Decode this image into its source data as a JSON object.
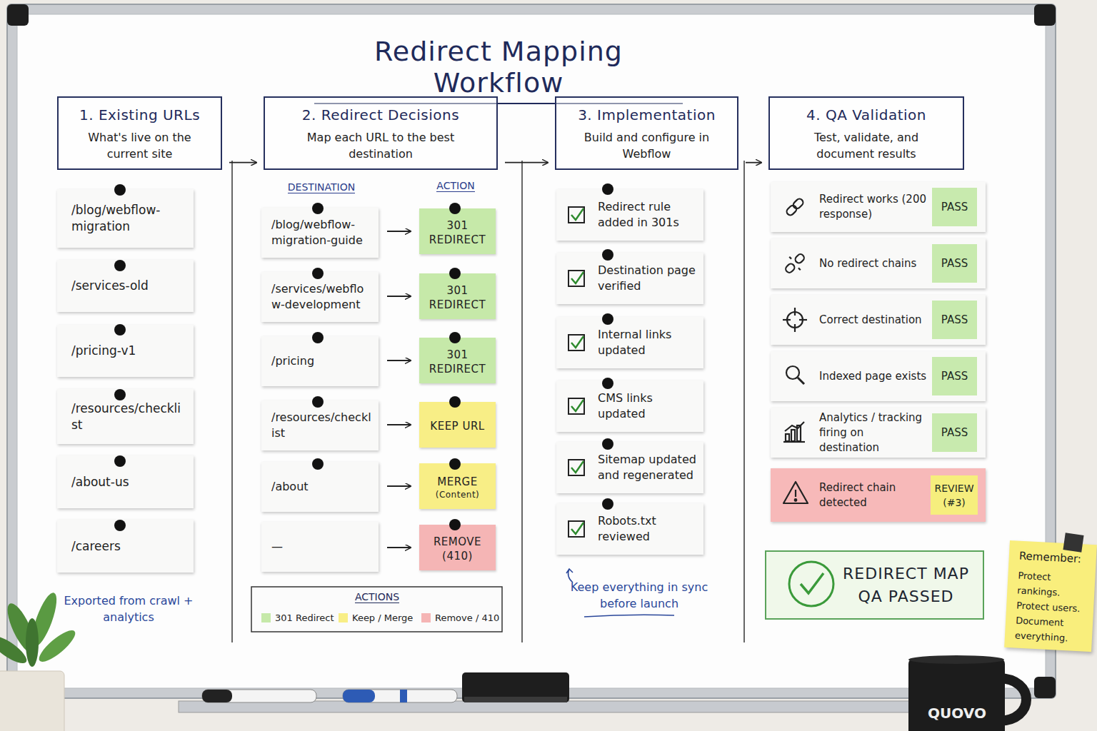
{
  "diagram": {
    "title": "Redirect Mapping Workflow",
    "nodes": [
      {
        "text": [
          "1. Existing URLs",
          "What's live on the current site"
        ]
      },
      {
        "text": [
          "2. Redirect Decisions",
          "Map each URL to the best destination"
        ]
      },
      {
        "text": [
          "3. Implementation",
          "Build and configure in Webflow"
        ]
      },
      {
        "text": [
          "4. QA Validation",
          "Test, validate, and document results"
        ]
      },
      {
        "text": [
          "/blog/webflow-migration"
        ]
      },
      {
        "text": [
          "/services-old"
        ]
      },
      {
        "text": [
          "/pricing-v1"
        ]
      },
      {
        "text": [
          "/resources/checklist"
        ]
      },
      {
        "text": [
          "/about-us"
        ]
      },
      {
        "text": [
          "/careers"
        ]
      },
      {
        "text": [
          "/blog/webflow-migration-guide"
        ]
      },
      {
        "text": [
          "301 REDIRECT"
        ]
      },
      {
        "text": [
          "/services/webflow-development"
        ]
      },
      {
        "text": [
          "301 REDIRECT"
        ]
      },
      {
        "text": [
          "/pricing"
        ]
      },
      {
        "text": [
          "301 REDIRECT"
        ]
      },
      {
        "text": [
          "/resources/checklist"
        ]
      },
      {
        "text": [
          "KEEP URL"
        ]
      },
      {
        "text": [
          "/about"
        ]
      },
      {
        "text": [
          "MERGE",
          "(Content)"
        ]
      },
      {
        "text": [
          "—"
        ]
      },
      {
        "text": [
          "REMOVE (410)"
        ]
      },
      {
        "text": [
          "Redirect rule added in 301s"
        ]
      },
      {
        "text": [
          "Destination page verified"
        ]
      },
      {
        "text": [
          "Internal links updated"
        ]
      },
      {
        "text": [
          "CMS links updated"
        ]
      },
      {
        "text": [
          "Sitemap updated and regenerated"
        ]
      },
      {
        "text": [
          "Robots.txt reviewed"
        ]
      },
      {
        "text": [
          "Redirect works (200 response)"
        ]
      },
      {
        "text": [
          "PASS"
        ],
        "in": 28
      },
      {
        "text": [
          "No redirect chains"
        ]
      },
      {
        "text": [
          "PASS"
        ],
        "in": 30
      },
      {
        "text": [
          "Correct destination"
        ]
      },
      {
        "text": [
          "PASS"
        ],
        "in": 32
      },
      {
        "text": [
          "Indexed page exists"
        ]
      },
      {
        "text": [
          "PASS"
        ],
        "in": 34
      },
      {
        "text": [
          "Analytics / tracking firing on destination"
        ]
      },
      {
        "text": [
          "PASS"
        ],
        "in": 36
      },
      {
        "text": [
          "Redirect chain detected"
        ]
      },
      {
        "text": [
          "REVIEW (#3)"
        ],
        "in": 38
      },
      {
        "text": [
          "REDIRECT MAP QA PASSED"
        ]
      },
      {
        "text": [
          "Remember:",
          "Protect rankings. Protect users. Document everything."
        ]
      }
    ],
    "edges": [
      {
        "from": 0,
        "to": 1,
        "arrow": "to"
      },
      {
        "from": 1,
        "to": 2,
        "arrow": "to"
      },
      {
        "from": 2,
        "to": 3,
        "arrow": "to"
      },
      {
        "from": 10,
        "to": 11,
        "arrow": "to"
      },
      {
        "from": 12,
        "to": 13,
        "arrow": "to"
      },
      {
        "from": 14,
        "to": 15,
        "arrow": "to"
      },
      {
        "from": 16,
        "to": 17,
        "arrow": "to"
      },
      {
        "from": 18,
        "to": 19,
        "arrow": "to"
      },
      {
        "from": 20,
        "to": 21,
        "arrow": "to"
      }
    ],
    "labels": [
      "DESTINATION",
      "ACTION",
      "Exported from crawl + analytics",
      "ACTIONS",
      "Keep everything in sync before launch",
      "QUOVO"
    ],
    "legend": [
      {
        "text": "301 Redirect",
        "color": "#c6e9a9"
      },
      {
        "text": "Keep / Merge",
        "color": "#f8ee86"
      },
      {
        "text": "Remove / 410",
        "color": "#f5b5b5"
      }
    ]
  }
}
